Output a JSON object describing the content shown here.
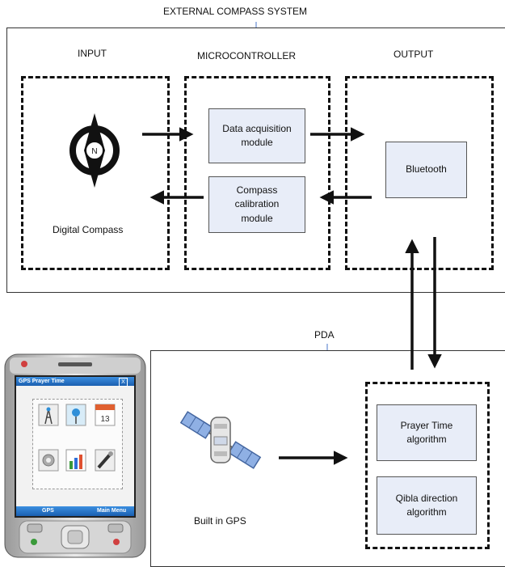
{
  "diagram": {
    "external_title": "EXTERNAL COMPASS SYSTEM",
    "pda_title": "PDA",
    "sections": {
      "input": "INPUT",
      "microcontroller": "MICROCONTROLLER",
      "output": "OUTPUT"
    },
    "modules": {
      "data_acquisition": "Data acquisition\nmodule",
      "compass_calibration": "Compass\ncalibration\nmodule",
      "bluetooth": "Bluetooth",
      "prayer_time": "Prayer Time\nalgorithm",
      "qibla": "Qibla direction\nalgorithm"
    },
    "labels": {
      "digital_compass": "Digital Compass",
      "compass_letter": "N",
      "built_in_gps": "Built in GPS"
    }
  },
  "phone": {
    "title": "GPS Prayer Time",
    "close": "X",
    "softkey_left": "GPS",
    "softkey_right": "Main Menu",
    "calendar_number": "13",
    "icons": [
      "tower-icon",
      "gps-pin-icon",
      "calendar-icon",
      "settings-icon",
      "chart-icon",
      "tools-icon"
    ]
  }
}
